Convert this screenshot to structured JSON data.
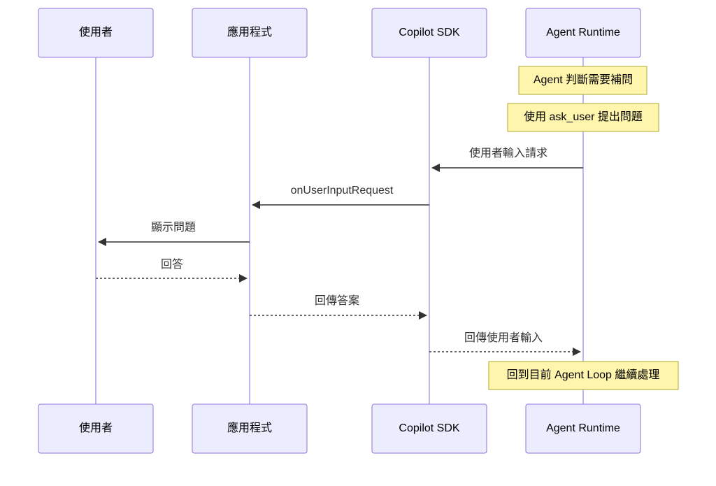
{
  "diagram": {
    "type": "sequence",
    "participants": [
      {
        "id": "user",
        "label": "使用者"
      },
      {
        "id": "app",
        "label": "應用程式"
      },
      {
        "id": "sdk",
        "label": "Copilot SDK"
      },
      {
        "id": "runtime",
        "label": "Agent Runtime"
      }
    ],
    "notes": [
      {
        "over": "runtime",
        "text": "Agent 判斷需要補問"
      },
      {
        "over": "runtime",
        "text": "使用 ask_user 提出問題"
      },
      {
        "over": "runtime",
        "text": "回到目前 Agent Loop 繼續處理"
      }
    ],
    "messages": [
      {
        "from": "runtime",
        "to": "sdk",
        "text": "使用者輸入請求",
        "style": "solid"
      },
      {
        "from": "sdk",
        "to": "app",
        "text": "onUserInputRequest",
        "style": "solid"
      },
      {
        "from": "app",
        "to": "user",
        "text": "顯示問題",
        "style": "solid"
      },
      {
        "from": "user",
        "to": "app",
        "text": "回答",
        "style": "dashed"
      },
      {
        "from": "app",
        "to": "sdk",
        "text": "回傳答案",
        "style": "dashed"
      },
      {
        "from": "sdk",
        "to": "runtime",
        "text": "回傳使用者輸入",
        "style": "dashed"
      }
    ]
  }
}
